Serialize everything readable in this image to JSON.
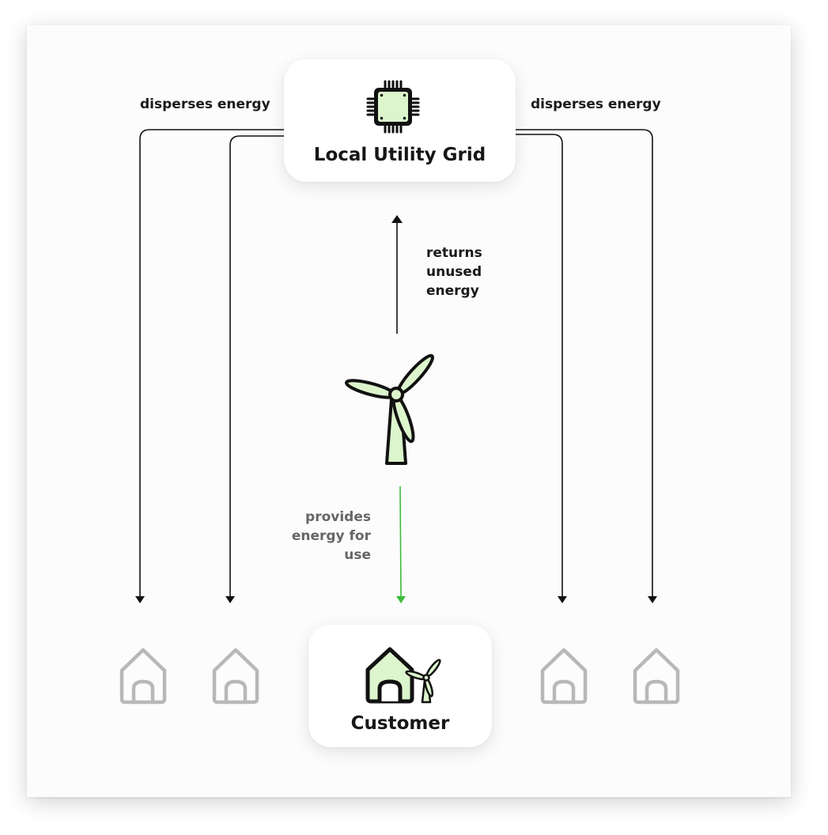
{
  "grid": {
    "title": "Local Utility Grid",
    "icon": "microchip-icon"
  },
  "customer": {
    "title": "Customer",
    "icon": "house-with-turbine-icon"
  },
  "turbine": {
    "icon": "wind-turbine-icon"
  },
  "edges": {
    "disperses_left": "disperses energy",
    "disperses_right": "disperses energy",
    "returns": [
      "returns",
      "unused",
      "energy"
    ],
    "provides": [
      "provides",
      "energy for",
      "use"
    ]
  },
  "colors": {
    "accent_green": "#3cba3c",
    "icon_fill": "#dcf5cc",
    "line": "#111111",
    "gray_house": "#b8b8b8"
  }
}
